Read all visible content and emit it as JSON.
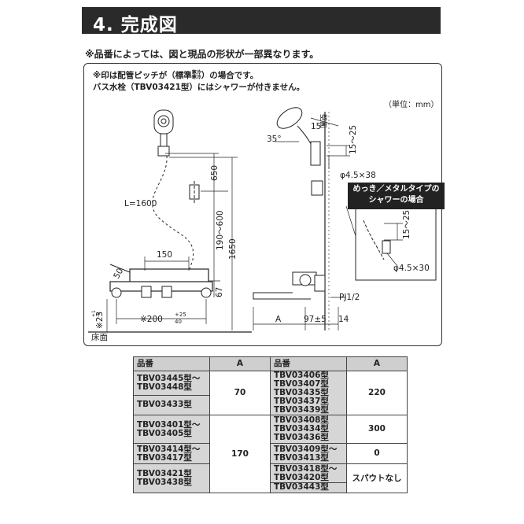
{
  "header": {
    "title": "4. 完成図"
  },
  "note": "※品番によっては、図と現品の形状が一部異なります。",
  "panel": {
    "note_line1_a": "※印は配管ピッチが（標準",
    "note_line1_small_top": "寒冷",
    "note_line1_small_bottom": "寒冷",
    "note_line1_b": "）の場合です。",
    "note_line2": "バス水栓（TBV03421型）にはシャワーが付きません。",
    "unit": "（単位：mm）",
    "dims": {
      "d650": "650",
      "d190_600": "190～600",
      "d1650": "1650",
      "hose": "L=1600",
      "d150": "150",
      "d50": "50",
      "d67": "67",
      "d200": "※200",
      "d200_tol_top": "+25",
      "d200_tol_bottom": "40",
      "d23": "※23",
      "d23_tol_top": "+1",
      "d23_tol_bottom": "-6",
      "floor": "床面",
      "wall": "壁面",
      "a": "A",
      "d97": "97±5",
      "d14": "14",
      "pj": "PJ1/2",
      "angle35": "35°",
      "angle15": "15°",
      "d15_25": "15～25",
      "screw1": "φ4.5×38",
      "d15_25b": "15～25",
      "screw2": "φ4.5×30"
    },
    "callout_line1": "めっき／メタルタイプの",
    "callout_line2": "シャワーの場合"
  },
  "table": {
    "headers": [
      "品番",
      "A",
      "品番",
      "A"
    ],
    "left": [
      {
        "models": [
          "TBV03445型～",
          "TBV03448型"
        ],
        "a": "70"
      },
      {
        "models": [
          "TBV03433型"
        ],
        "a": ""
      },
      {
        "models": [
          "TBV03401型～",
          "TBV03405型"
        ],
        "a": "170"
      },
      {
        "models": [
          "TBV03414型～",
          "TBV03417型"
        ],
        "a": ""
      },
      {
        "models": [
          "TBV03421型",
          "TBV03438型"
        ],
        "a": ""
      }
    ],
    "right": [
      {
        "models": [
          "TBV03406型",
          "TBV03407型",
          "TBV03435型",
          "TBV03437型",
          "TBV03439型"
        ],
        "a": "220"
      },
      {
        "models": [
          "TBV03408型",
          "TBV03434型",
          "TBV03436型"
        ],
        "a": "300"
      },
      {
        "models": [
          "TBV03409型～",
          "TBV03413型"
        ],
        "a": "0"
      },
      {
        "models": [
          "TBV03418型～",
          "TBV03420型"
        ],
        "a": "スパウトなし"
      },
      {
        "models": [
          "TBV03443型"
        ],
        "a": ""
      }
    ]
  }
}
